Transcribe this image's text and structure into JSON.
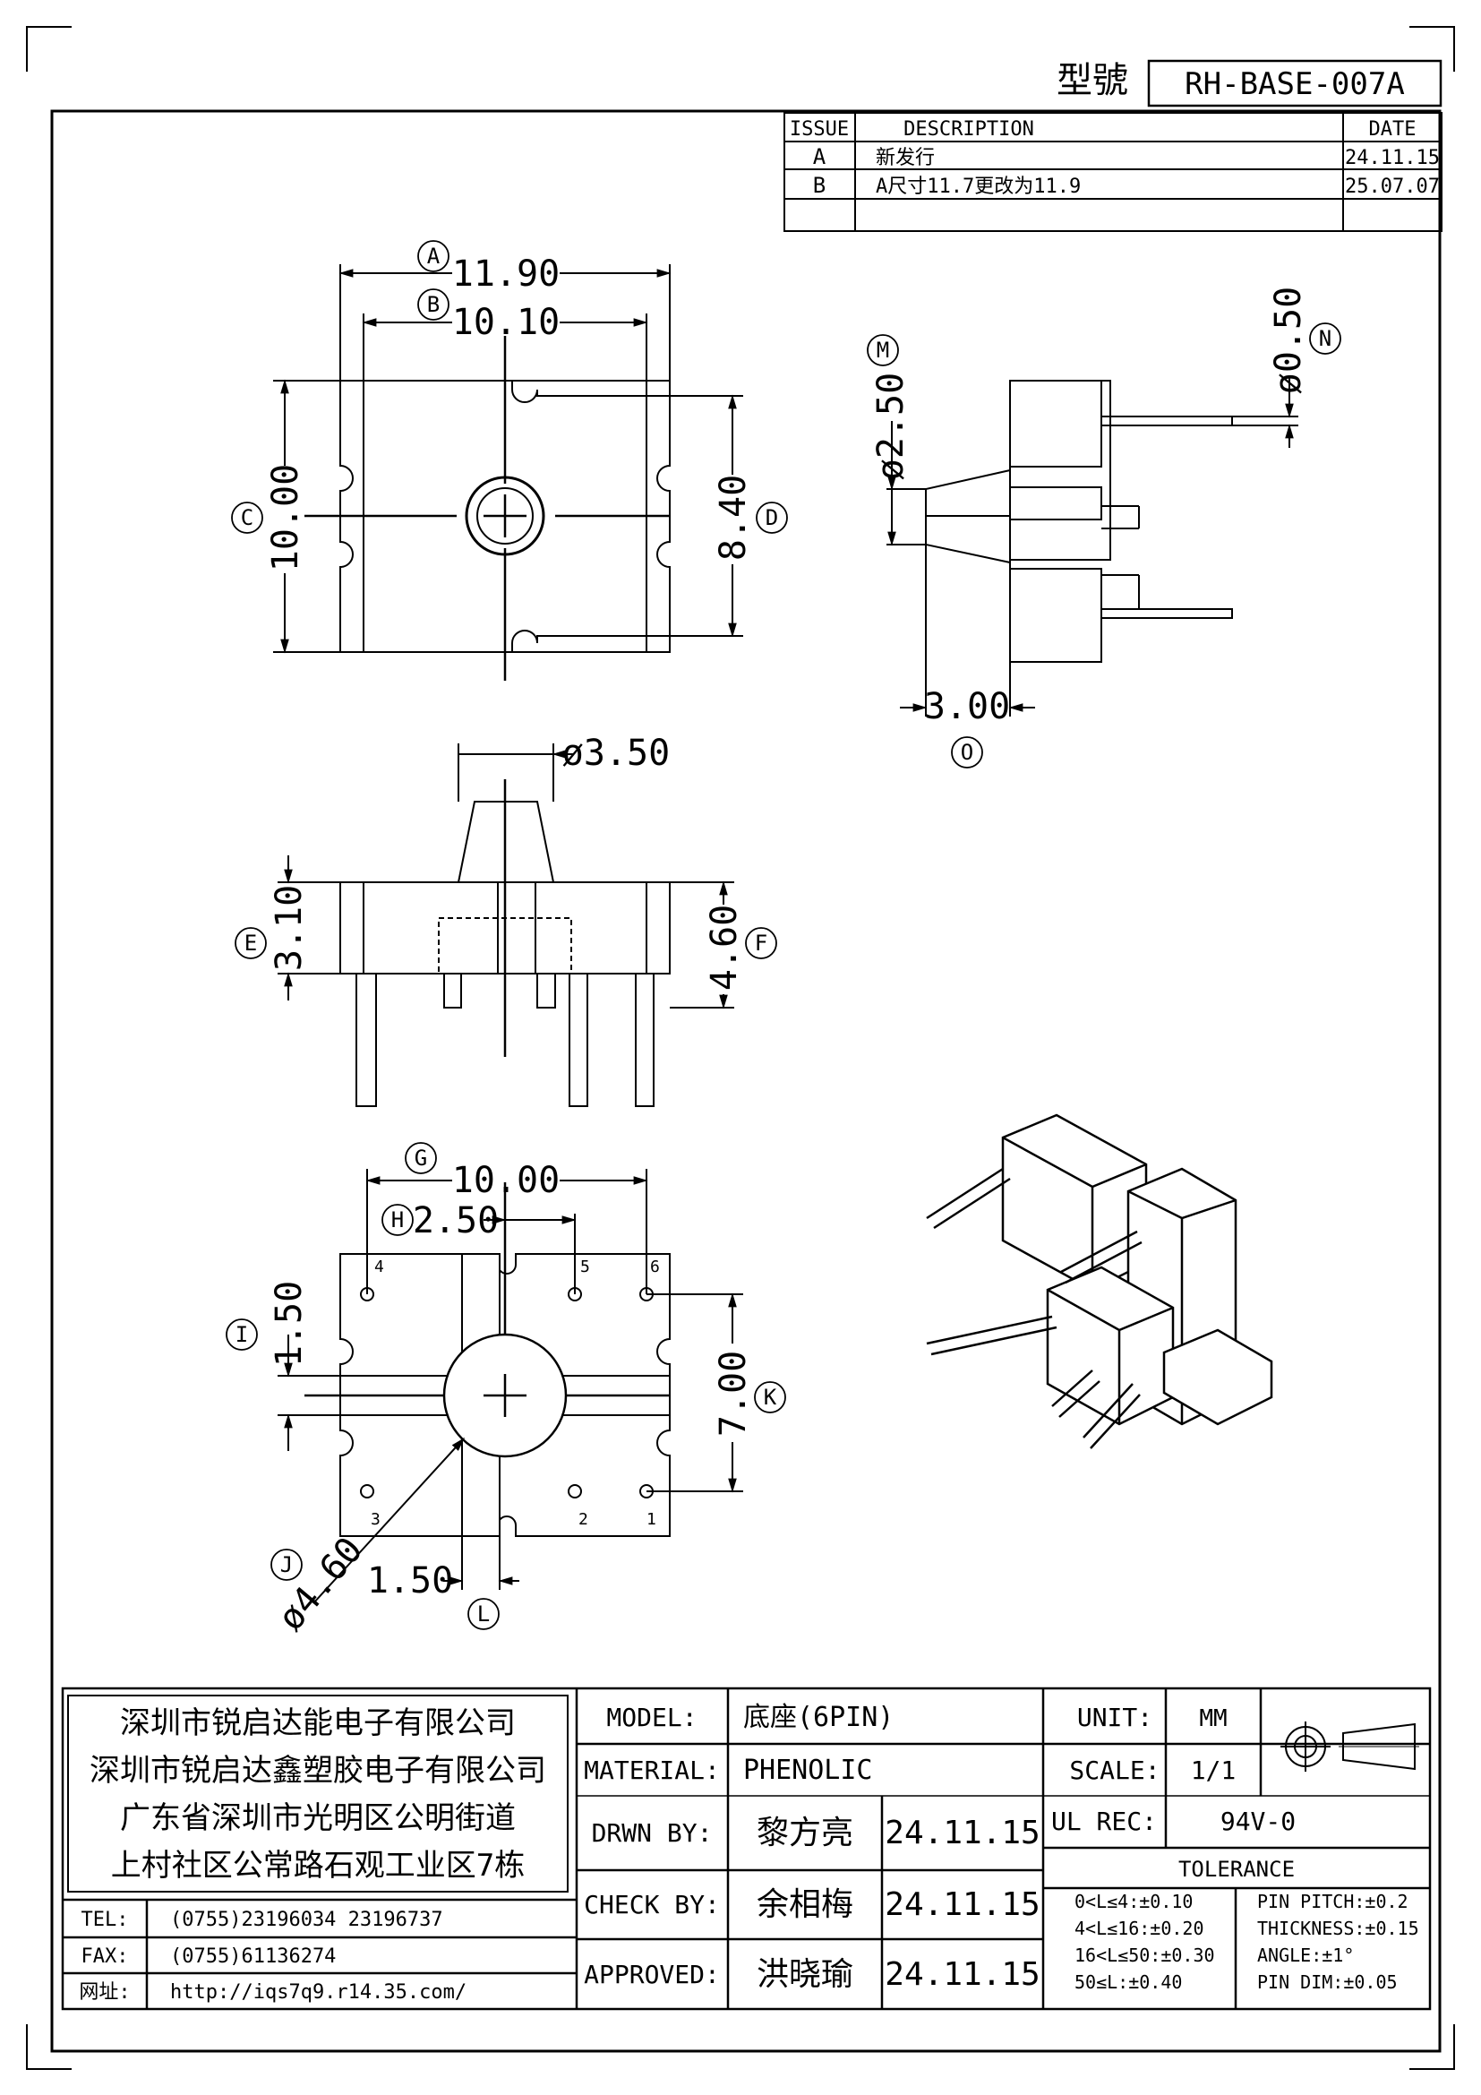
{
  "header": {
    "model_label": "型號",
    "model_value": "RH-BASE-007A"
  },
  "revision": {
    "headers": [
      "ISSUE",
      "DESCRIPTION",
      "DATE"
    ],
    "rows": [
      {
        "issue": "A",
        "desc": "新发行",
        "date": "24.11.15"
      },
      {
        "issue": "B",
        "desc": "A尺寸11.7更改为11.9",
        "date": "25.07.07"
      },
      {
        "issue": "",
        "desc": "",
        "date": ""
      }
    ]
  },
  "dimensions": {
    "A": {
      "tag": "A",
      "value": "11.90"
    },
    "B": {
      "tag": "B",
      "value": "10.10"
    },
    "C": {
      "tag": "C",
      "value": "10.00"
    },
    "D": {
      "tag": "D",
      "value": "8.40"
    },
    "E": {
      "tag": "E",
      "value": "3.10"
    },
    "F": {
      "tag": "F",
      "value": "4.60"
    },
    "G": {
      "tag": "G",
      "value": "10.00"
    },
    "H": {
      "tag": "H",
      "value": "2.50"
    },
    "I": {
      "tag": "I",
      "value": "1.50"
    },
    "J": {
      "tag": "J",
      "value": "ø4.60"
    },
    "K": {
      "tag": "K",
      "value": "7.00"
    },
    "L": {
      "tag": "L",
      "value": "1.50"
    },
    "M": {
      "tag": "M",
      "value": "ø2.50"
    },
    "N": {
      "tag": "N",
      "value": "ø0.50"
    },
    "O": {
      "tag": "O",
      "value": "3.00"
    },
    "P": {
      "value": "ø3.50"
    }
  },
  "pins": [
    "1",
    "2",
    "3",
    "4",
    "5",
    "6"
  ],
  "title_block": {
    "company": [
      "深圳市锐启达能电子有限公司",
      "深圳市锐启达鑫塑胶电子有限公司",
      "广东省深圳市光明区公明街道",
      "上村社区公常路石观工业区7栋"
    ],
    "tel_label": "TEL:",
    "tel": "(0755)23196034   23196737",
    "fax_label": "FAX:",
    "fax": "(0755)61136274",
    "web_label": "网址:",
    "web": "http://iqs7q9.r14.35.com/",
    "model_label": "MODEL:",
    "model": "底座(6PIN)",
    "material_label": "MATERIAL:",
    "material": "PHENOLIC",
    "drawn_label": "DRWN BY:",
    "drawn": "黎方亮",
    "drawn_date": "24.11.15",
    "check_label": "CHECK BY:",
    "check": "余相梅",
    "check_date": "24.11.15",
    "approved_label": "APPROVED:",
    "approved": "洪晓瑜",
    "approved_date": "24.11.15",
    "unit_label": "UNIT:",
    "unit": "MM",
    "scale_label": "SCALE:",
    "scale": "1/1",
    "ul_label": "UL REC:",
    "ul": "94V-0",
    "tolerance_label": "TOLERANCE",
    "tol_left": [
      "0<L≤4:±0.10",
      "4<L≤16:±0.20",
      "16<L≤50:±0.30",
      "50≤L:±0.40"
    ],
    "tol_right": [
      "PIN PITCH:±0.2",
      "THICKNESS:±0.15",
      "ANGLE:±1°",
      "PIN DIM:±0.05"
    ]
  }
}
